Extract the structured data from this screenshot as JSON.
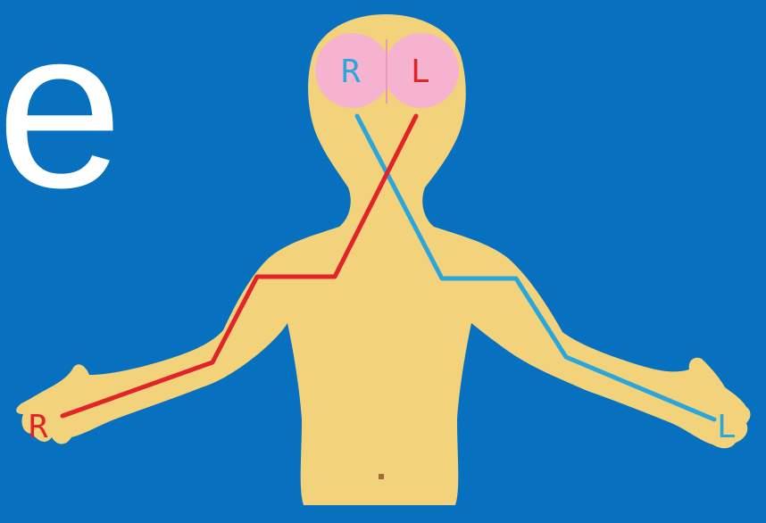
{
  "headline": {
    "visible_text": "e"
  },
  "labels": {
    "brain_right": "R",
    "brain_left": "L",
    "hand_right": "R",
    "hand_left": "L"
  },
  "colors": {
    "background": "#0770bf",
    "skin": "#f2d27a",
    "brain": "#f6b3cf",
    "right_path": "#e1242a",
    "left_path": "#2aa6dd",
    "headline": "#ffffff"
  }
}
